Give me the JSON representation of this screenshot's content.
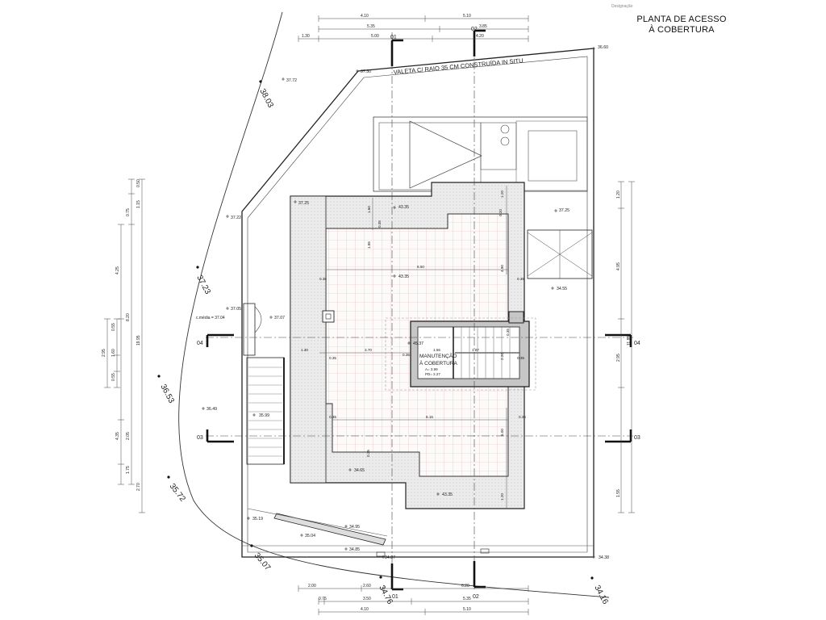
{
  "drawing": {
    "title_line1": "PLANTA DE ACESSO",
    "title_line2": "À COBERTURA",
    "stamp": "Designação"
  },
  "notes": {
    "gutter": "VALETA C/ RAIO 35 CM CONSTRUÍDA IN SITU",
    "room_name": "MANUTENÇÃO",
    "room_name2": "À COBERTURA",
    "room_area": "A= 3.99",
    "room_code": "PD= 2.27",
    "cota_media": "c.média = 37.04"
  },
  "sections": {
    "s01_top": "01",
    "s01_bottom": "01",
    "s02_top": "02",
    "s02_bottom": "02",
    "s03_left": "03",
    "s03_right": "03",
    "s04_left": "04",
    "s04_right": "04"
  },
  "contours": {
    "c3803": "38.03",
    "c3723": "37.23",
    "c3653": "36.53",
    "c3572": "35.72",
    "c3507": "35.07",
    "c3476": "34.76",
    "c3416": "34.16"
  },
  "elevations": {
    "e3772": "37.72",
    "e3730": "37.30",
    "e3660": "36.60",
    "e3725a": "37.25",
    "e4335a": "43.35",
    "e3722": "37.22",
    "e3725b": "37.25",
    "e4335b": "43.35",
    "e3455": "34.55",
    "e3705": "37.05",
    "e3707": "37.07",
    "e4537": "45.37",
    "e3649": "36.49",
    "e3599": "35.99",
    "e3465": "34.65",
    "e4335c": "43.35",
    "e3519": "35.19",
    "e3504": "35.04",
    "e3495": "34.95",
    "e3485": "34.85",
    "e3487": "34.87",
    "e3438": "34.38"
  },
  "dims_top": {
    "t1a": "4.10",
    "t1b": "5.10",
    "t2a": "5.35",
    "t2b": "3.85",
    "t3a": "1.30",
    "t3b": "5.00",
    "t3c": "4.20"
  },
  "dims_bottom": {
    "b1a": "2.00",
    "b1b": "2.60",
    "b1c": "6.20",
    "b2a": "0.75",
    "b2b": "3.50",
    "b2c": "5.35",
    "b3a": "4.10",
    "b3b": "5.10"
  },
  "dims_left": {
    "l1": "0.50",
    "l2": "1.15",
    "l3": "0.75",
    "l4": "4.25",
    "l5": "8.20",
    "l6": "19.95",
    "l7": "0.55",
    "l8": "2.95",
    "l9": "1.60",
    "l10": "0.55",
    "l11": "4.35",
    "l12": "2.05",
    "l13": "1.75",
    "l14": "2.70"
  },
  "dims_right": {
    "r1": "1.20",
    "r2": "4.95",
    "r3": "11.85",
    "r4": "2.95",
    "r5": "1.55"
  },
  "dims_interior": {
    "i1": "1.20",
    "i2": "1.60",
    "i3": "0.35",
    "i4": "1.85",
    "i5": "0.20",
    "i6": "8.50",
    "i7": "4.90",
    "i8": "0.35",
    "i9": "0.35",
    "i10": "1.30",
    "i11": "0.35",
    "i12": "3.70",
    "i13": "0.35",
    "i14": "1.56",
    "i15": "1.87",
    "i16": "0.35",
    "i17": "2.20",
    "i18": "0.35",
    "i19": "0.35",
    "i20": "8.15",
    "i21": "0.35",
    "i22": "6.00",
    "i23": "0.35",
    "i24": "1.20"
  },
  "colors": {
    "line": "#222222",
    "thin": "#555555",
    "grid": "#e3b8b8",
    "wall_fill": "#e9e9e9",
    "core_fill": "#c6c6c6",
    "axis": "#444444"
  }
}
